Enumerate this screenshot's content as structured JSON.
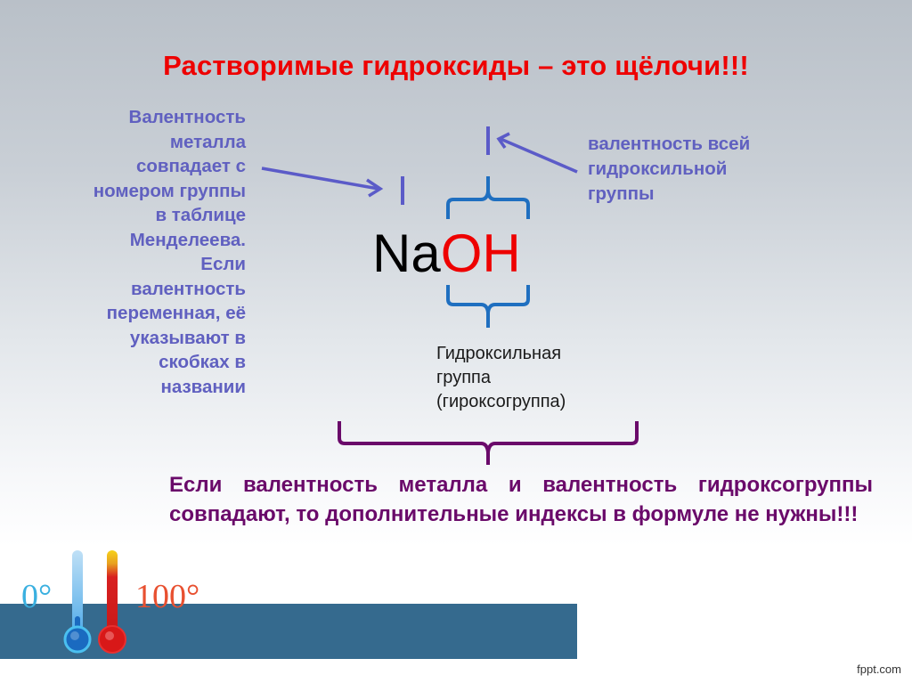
{
  "slide": {
    "title": "Растворимые гидроксиды – это щёлочи!!!",
    "title_color": "#ee0000",
    "left_note": {
      "lines": [
        "Валентность",
        "металла",
        "совпадает  с",
        "номером группы",
        "в таблице",
        "Менделеева.",
        "Если",
        "валентность",
        "переменная, её",
        "указывают в",
        "скобках в",
        "названии"
      ],
      "color": "#6060c0"
    },
    "right_note": {
      "lines": [
        "валентность всей",
        "гидроксильной",
        "группы"
      ],
      "color": "#6060c0"
    },
    "formula": {
      "metal": "Na",
      "hydroxide": "OH",
      "metal_valence": "I",
      "hydroxide_valence": "I"
    },
    "hydroxyl_label": {
      "lines": [
        "Гидроксильная",
        "группа",
        "(гироксогруппа)"
      ]
    },
    "rule": {
      "text": "Если валентность металла и валентность гидроксогруппы совпадают, то дополнительные индексы в формуле не нужны!!!",
      "color": "#6a0a6a"
    },
    "decor": {
      "cold_label": "0°",
      "hot_label": "100°",
      "band_color": "#356a8e",
      "bracket_blue": "#1f6fc0",
      "bracket_purple": "#6a0a6a"
    },
    "brand": "fppt.com"
  }
}
